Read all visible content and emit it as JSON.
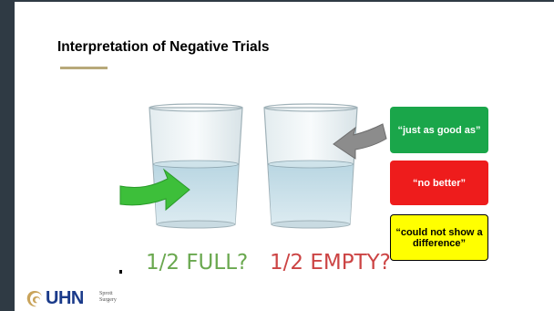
{
  "slide": {
    "title": "Interpretation of Negative Trials",
    "accent_color": "#b8a97a",
    "figure": {
      "left_caption": "1/2 FULL?",
      "right_caption": "1/2 EMPTY?",
      "left_caption_color": "#6aa84f",
      "right_caption_color": "#cc4444"
    },
    "callouts": [
      {
        "text": "“just as good as”",
        "color": "#1aa64a"
      },
      {
        "text": "“no better”",
        "color": "#ee1c1c"
      },
      {
        "text": "“could not show a difference”",
        "color": "#ffff00"
      }
    ],
    "logo": {
      "text": "UHN",
      "sub1": "Sprott",
      "sub2": "Surgery"
    }
  }
}
